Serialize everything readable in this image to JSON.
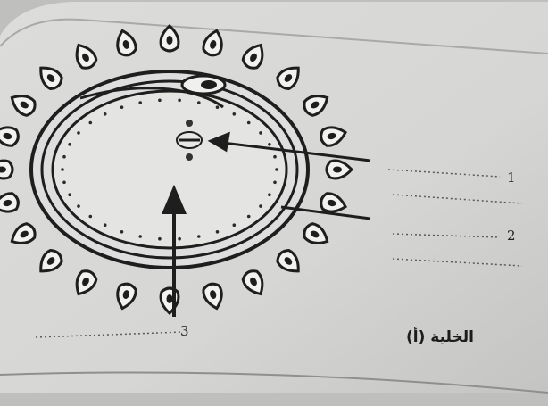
{
  "figure": {
    "caption": "الخلية (أ)",
    "labels": [
      {
        "id": "1",
        "text": "1"
      },
      {
        "id": "2",
        "text": "2"
      },
      {
        "id": "3",
        "text": "3"
      }
    ]
  },
  "colors": {
    "paper": "#d8d8d6",
    "ink": "#1e1e1e",
    "shadow": "#bdbdbb"
  }
}
